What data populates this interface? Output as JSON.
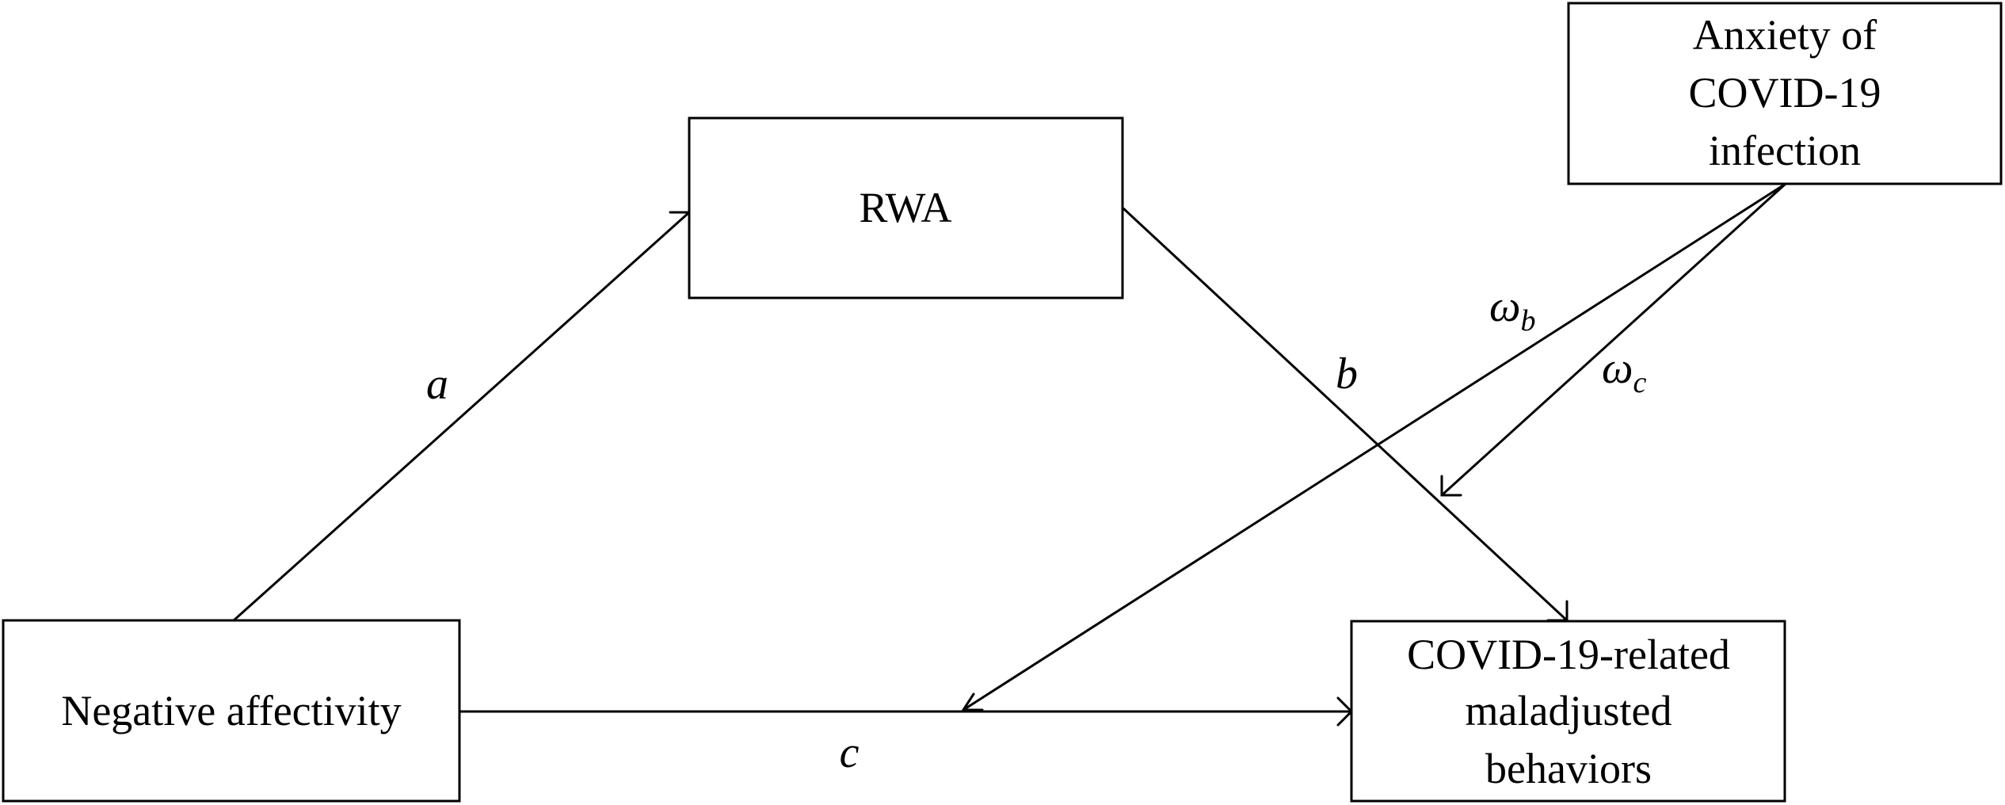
{
  "nodes": {
    "negative_affectivity": {
      "lines": [
        "Negative affectivity"
      ]
    },
    "rwa": {
      "lines": [
        "RWA"
      ]
    },
    "anxiety": {
      "lines": [
        "Anxiety of",
        "COVID-19",
        "infection"
      ]
    },
    "outcome": {
      "lines": [
        "COVID-19-related",
        "maladjusted",
        "behaviors"
      ]
    }
  },
  "paths": {
    "a": {
      "label": "a"
    },
    "b": {
      "label": "b"
    },
    "c": {
      "label": "c"
    },
    "omega_b": {
      "label": "ω",
      "subscript": "b"
    },
    "omega_c": {
      "label": "ω",
      "subscript": "c"
    }
  },
  "colors": {
    "stroke": "#000000",
    "background": "#ffffff"
  }
}
